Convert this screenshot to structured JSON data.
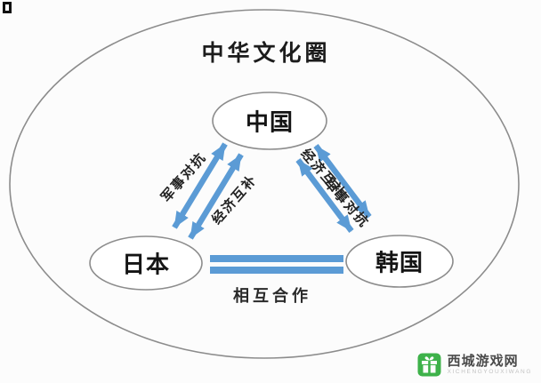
{
  "title": "中华文化圈",
  "nodes": {
    "china": "中国",
    "japan": "日本",
    "korea": "韩国"
  },
  "relations": {
    "china_japan": {
      "outer": "军事对抗",
      "inner": "经济互补"
    },
    "china_korea": {
      "inner": "经济互补",
      "outer": "军事对抗"
    },
    "japan_korea": {
      "label": "相互合作"
    }
  },
  "watermark": {
    "name": "西城游戏网",
    "subtitle": "XICHENGYOUXIWANG"
  },
  "colors": {
    "arrow": "#5b9bd5",
    "outline": "#8c8c8c",
    "node_outline": "#8c8c8c",
    "watermark_green": "#3eb24a",
    "text": "#1f1f1f"
  }
}
